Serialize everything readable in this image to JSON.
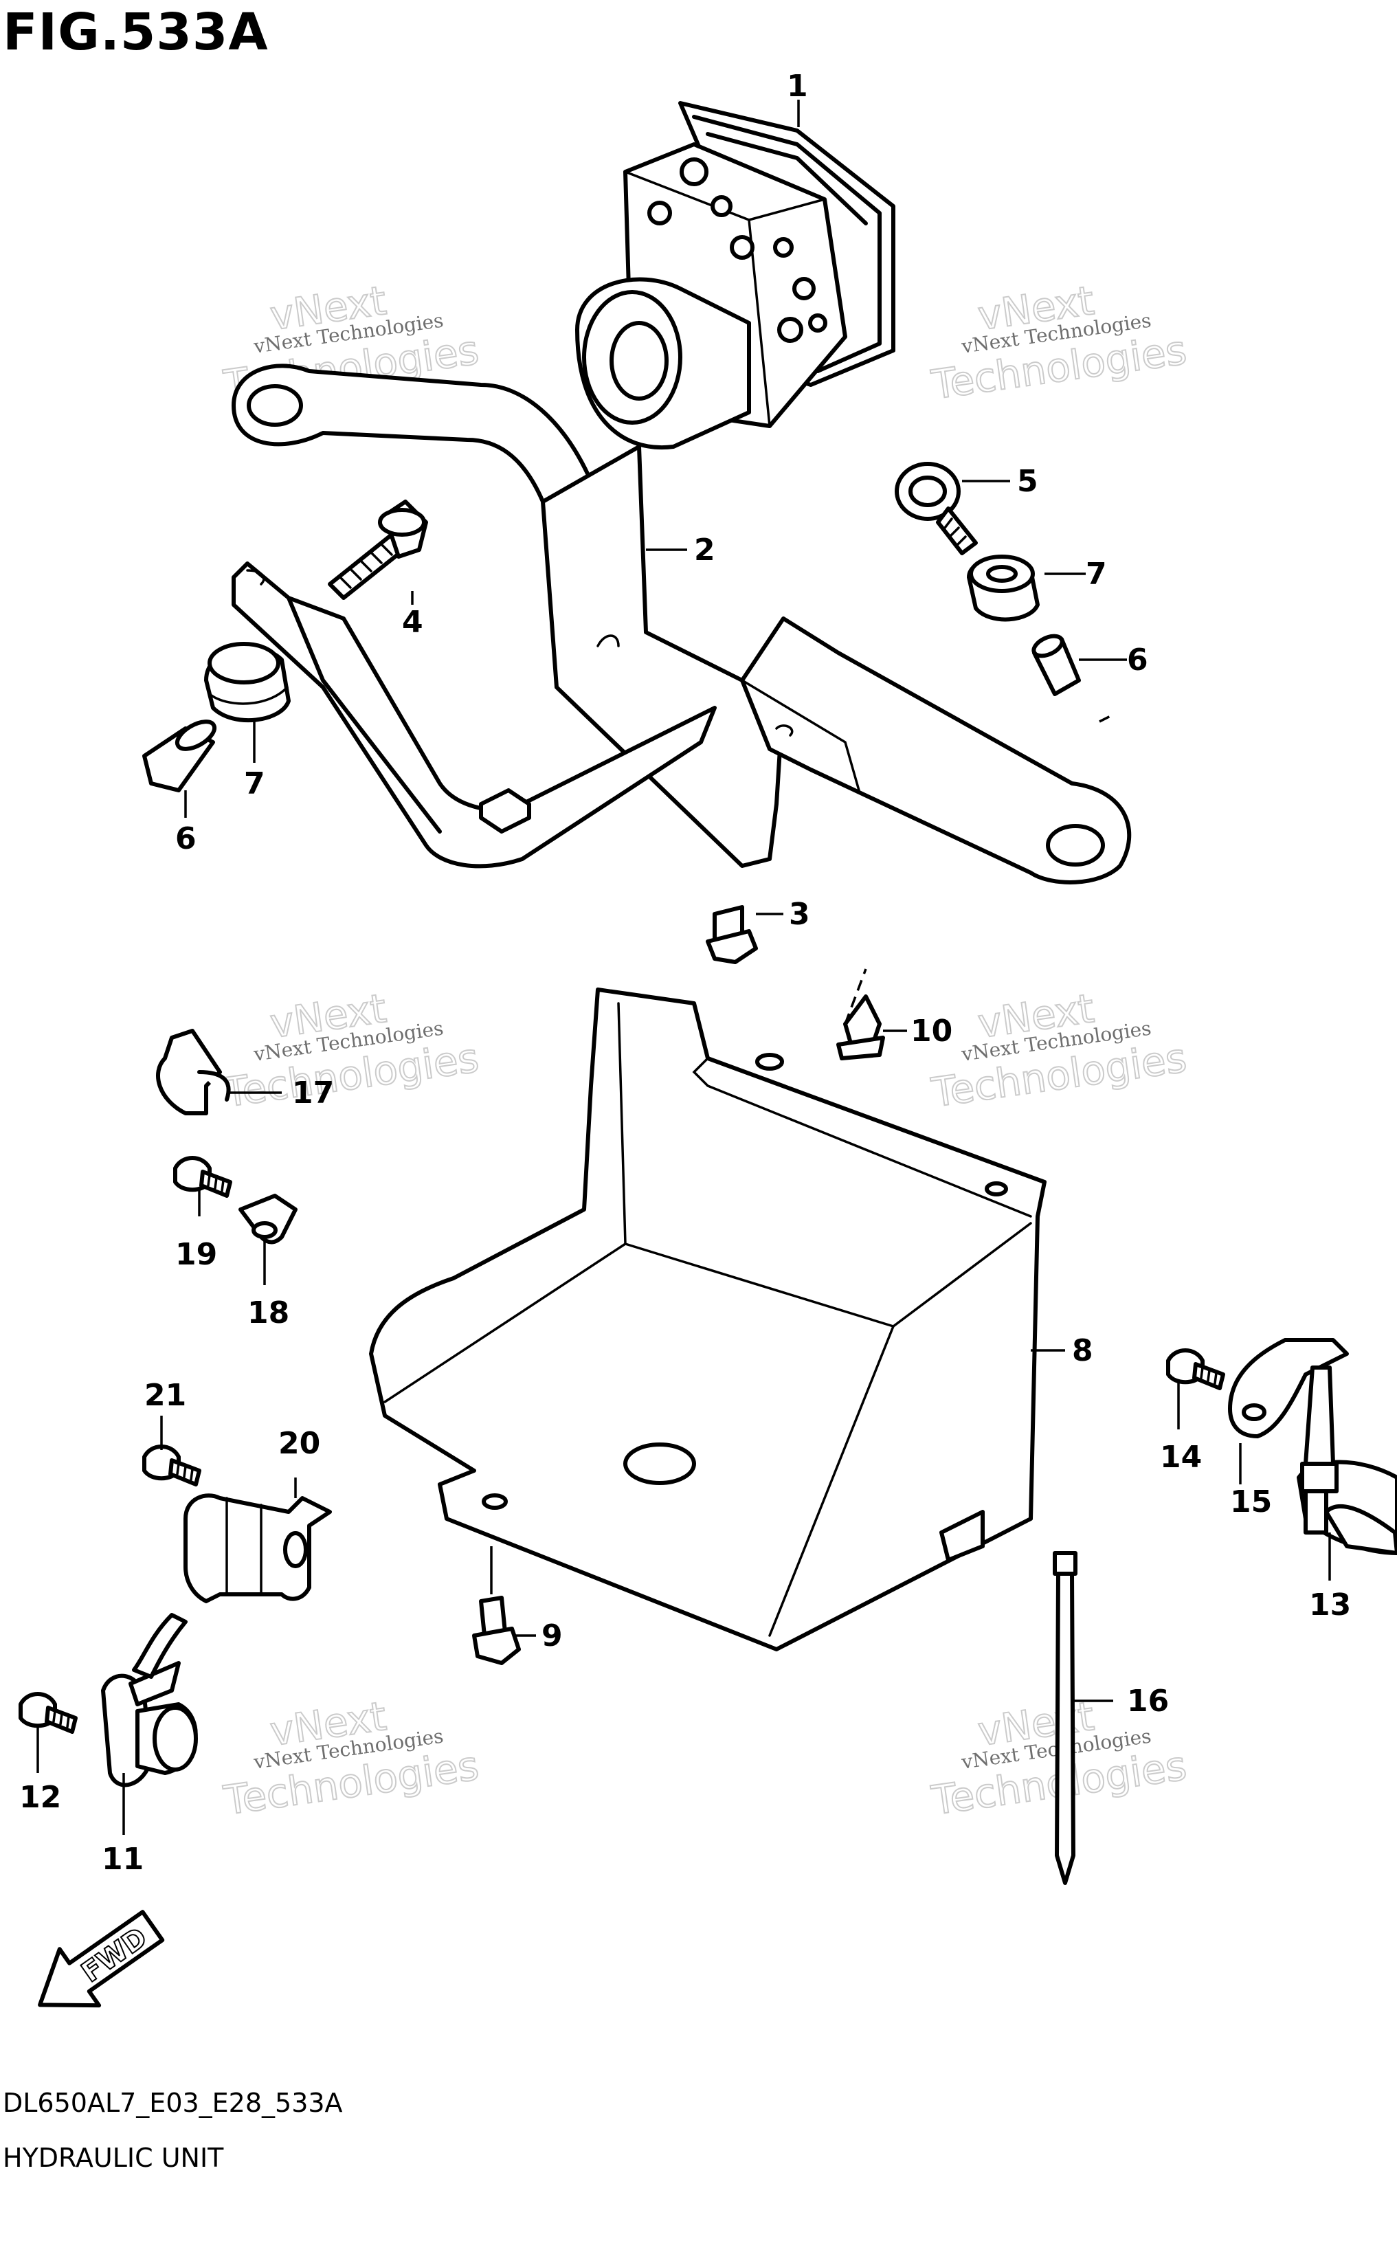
{
  "figure": {
    "title": "FIG.533A",
    "code": "DL650AL7_E03_E28_533A",
    "name": "HYDRAULIC UNIT"
  },
  "callouts": [
    "1",
    "2",
    "3",
    "4",
    "5",
    "6",
    "6",
    "7",
    "7",
    "8",
    "9",
    "10",
    "11",
    "12",
    "13",
    "14",
    "15",
    "16",
    "17",
    "18",
    "19",
    "20",
    "21"
  ],
  "watermark": {
    "line1": "vNext Technologies",
    "line2": "Technologies",
    "line3": "vNext"
  },
  "direction_arrow": {
    "label": "FWD",
    "icon": "forward-arrow-icon"
  },
  "colors": {
    "ink": "#000000",
    "background": "#ffffff",
    "watermark": "#aaaaaa"
  }
}
